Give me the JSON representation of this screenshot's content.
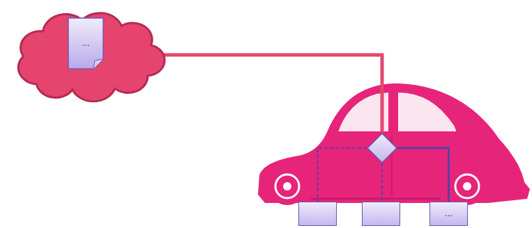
{
  "diagram": {
    "nodes": [
      {
        "text": []
      },
      {
        "text": [
          "..."
        ],
        "in": 0
      },
      {
        "text": []
      },
      {
        "text": []
      },
      {
        "text": []
      },
      {
        "text": [
          "..."
        ]
      }
    ],
    "edges": [
      {
        "from": 0,
        "to": 2,
        "arrow": "none"
      },
      {
        "from": 2,
        "to": 3,
        "arrow": "none"
      },
      {
        "from": 2,
        "to": 4,
        "arrow": "none"
      },
      {
        "from": 2,
        "to": 5,
        "arrow": "none"
      }
    ]
  }
}
